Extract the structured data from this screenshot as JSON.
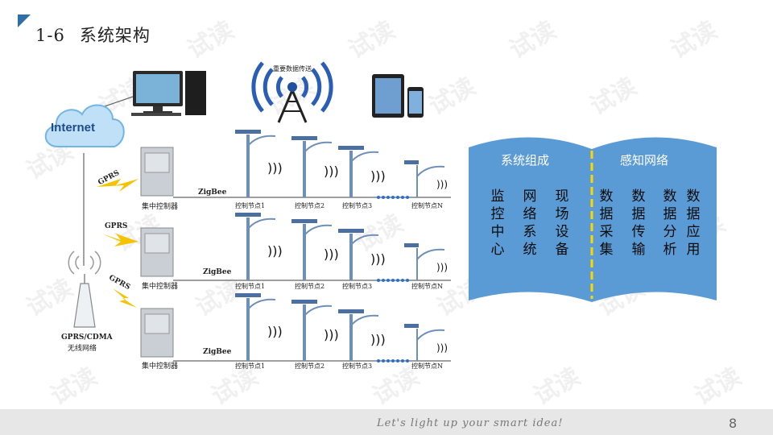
{
  "slide": {
    "number": "1-6",
    "title": "系统架构",
    "page_number": "8",
    "slogan": "Let's light up your smart idea!"
  },
  "diagram": {
    "internet_label": "Internet",
    "wireless_label": "重要数据传送",
    "gprs_label": "GPRS",
    "zigbee_label": "ZigBee",
    "controller_label": "集中控制器",
    "network_label_line1": "GPRS/CDMA",
    "network_label_line2": "无线网络",
    "nodes": [
      "控制节点1",
      "控制节点2",
      "控制节点3",
      "控制节点N"
    ]
  },
  "book": {
    "left_header": "系统组成",
    "right_header": "感知网络",
    "left_columns": [
      "监控中心",
      "网络系统",
      "现场设备"
    ],
    "right_columns": [
      "数据采集",
      "数据传输",
      "数据分析",
      "数据应用"
    ],
    "colors": {
      "book": "#5b9bd5",
      "spine": "#ffd500"
    }
  },
  "watermark": "试读"
}
